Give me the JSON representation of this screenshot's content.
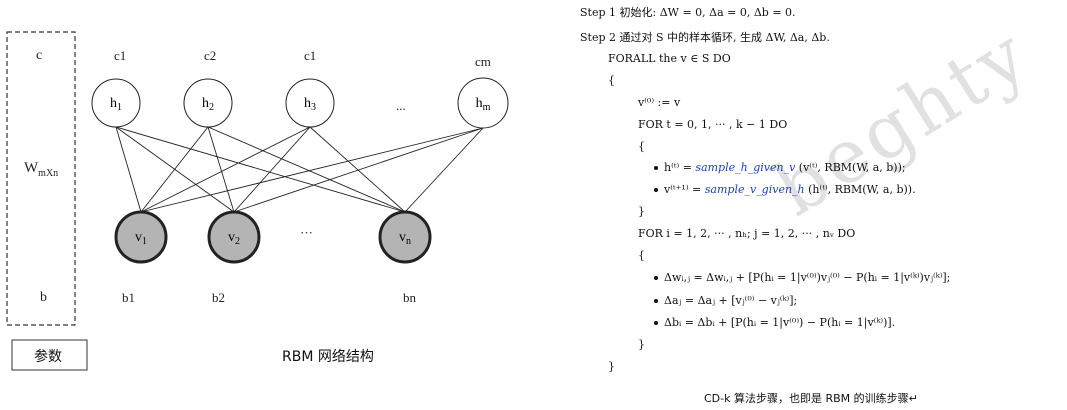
{
  "diagram": {
    "params_column": {
      "c_label": "c",
      "w_label": "W",
      "w_subscript": "mXn",
      "b_label": "b",
      "box_label": "参数"
    },
    "hidden_biases": [
      "c1",
      "c2",
      "c1",
      "cm"
    ],
    "hidden_nodes": [
      "h1",
      "h2",
      "h3",
      "hm"
    ],
    "visible_nodes": [
      "v1",
      "v2",
      "vn"
    ],
    "visible_biases": [
      "b1",
      "b2",
      "bn"
    ],
    "hidden_ellipsis": "...",
    "visible_ellipsis": "···",
    "title": "RBM 网络结构",
    "colors": {
      "hidden_fill": "#ffffff",
      "visible_fill": "#b4b4b4",
      "stroke": "#222222"
    }
  },
  "algorithm": {
    "step1": "Step 1 初始化: ΔW = 0, Δa = 0, Δb = 0.",
    "step2": "Step 2 通过对 S 中的样本循环, 生成 ΔW, Δa, Δb.",
    "forall": "FORALL  the v ∈ S  DO",
    "open1": "{",
    "assign_v0": "v⁽⁰⁾ := v",
    "for_t": "FOR  t = 0, 1, ··· , k − 1  DO",
    "open2": "{",
    "h_lhs": "h⁽ᵗ⁾  = ",
    "h_fn": "sample_h_given_v",
    "h_rhs": " (v⁽ᵗ⁾, RBM(W, a, b));",
    "v_lhs": "v⁽ᵗ⁺¹⁾ = ",
    "v_fn": "sample_v_given_h",
    "v_rhs": " (h⁽ᵗ⁾, RBM(W, a, b)).",
    "close2": "}",
    "for_ij": "FOR  i = 1, 2, ··· , nₕ; j = 1, 2, ··· , nᵥ  DO",
    "open3": "{",
    "dw": "Δwᵢ,ⱼ = Δwᵢ,ⱼ + [P(hᵢ = 1|v⁽⁰⁾)vⱼ⁽⁰⁾ − P(hᵢ = 1|v⁽ᵏ⁾)vⱼ⁽ᵏ⁾];",
    "da": "Δaⱼ = Δaⱼ + [vⱼ⁽⁰⁾ − vⱼ⁽ᵏ⁾];",
    "db": "Δbᵢ = Δbᵢ + [P(hᵢ = 1|v⁽⁰⁾) − P(hᵢ = 1|v⁽ᵏ⁾)].",
    "close3": "}",
    "close1": "}",
    "caption": "CD-k 算法步骤，也即是 RBM 的训练步骤↵"
  },
  "watermark": "beghty"
}
